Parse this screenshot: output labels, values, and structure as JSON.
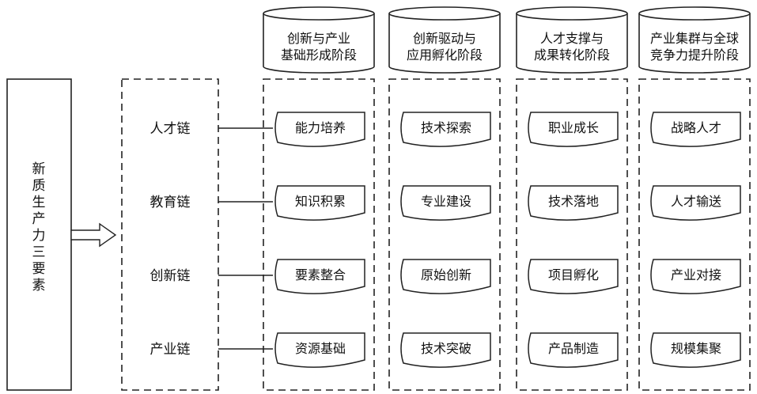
{
  "factor_box": {
    "label": "新质生产力三要素"
  },
  "chains": [
    {
      "label": "人才链"
    },
    {
      "label": "教育链"
    },
    {
      "label": "创新链"
    },
    {
      "label": "产业链"
    }
  ],
  "stages": [
    {
      "title_lines": [
        "创新与产业",
        "基础形成阶段"
      ],
      "items": [
        "能力培养",
        "知识积累",
        "要素整合",
        "资源基础"
      ]
    },
    {
      "title_lines": [
        "创新驱动与",
        "应用孵化阶段"
      ],
      "items": [
        "技术探索",
        "专业建设",
        "原始创新",
        "技术突破"
      ]
    },
    {
      "title_lines": [
        "人才支撑与",
        "成果转化阶段"
      ],
      "items": [
        "职业成长",
        "技术落地",
        "项目孵化",
        "产品制造"
      ]
    },
    {
      "title_lines": [
        "产业集群与全球",
        "竞争力提升阶段"
      ],
      "items": [
        "战略人才",
        "人才输送",
        "产业对接",
        "规模集聚"
      ]
    }
  ]
}
